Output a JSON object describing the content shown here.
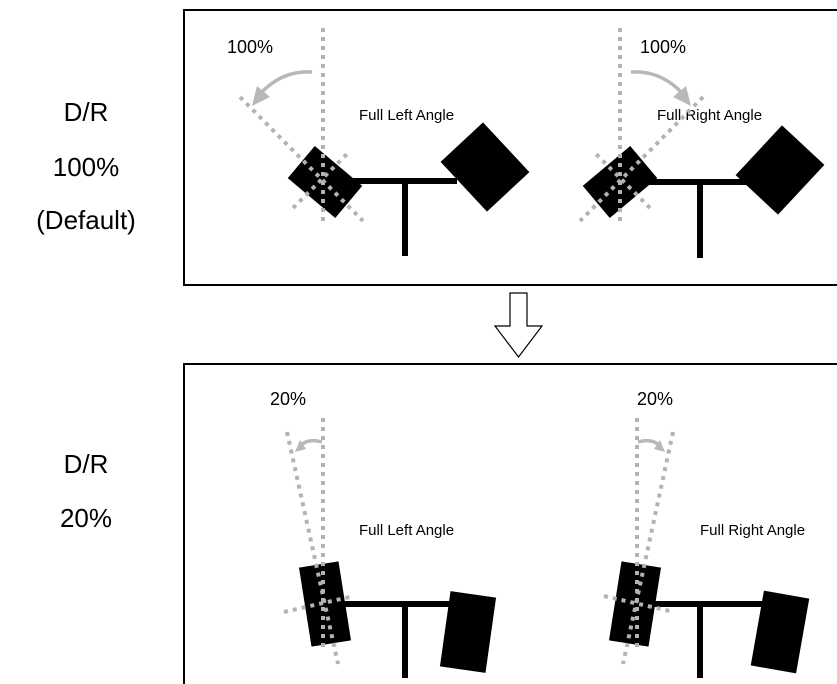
{
  "top_panel": {
    "side_label": [
      "D/R",
      "100%",
      "(Default)"
    ],
    "left_diagram": {
      "percent": "100%",
      "caption": "Full Left Angle"
    },
    "right_diagram": {
      "percent": "100%",
      "caption": "Full Right Angle"
    }
  },
  "bottom_panel": {
    "side_label": [
      "D/R",
      "20%"
    ],
    "left_diagram": {
      "percent": "20%",
      "caption": "Full Left Angle"
    },
    "right_diagram": {
      "percent": "20%",
      "caption": "Full Right Angle"
    }
  },
  "colors": {
    "outline": "#000000",
    "guide_lines": "#b3b3b3",
    "arrow": "#ffffff"
  },
  "icons": {
    "transition": "down-arrow-icon"
  }
}
